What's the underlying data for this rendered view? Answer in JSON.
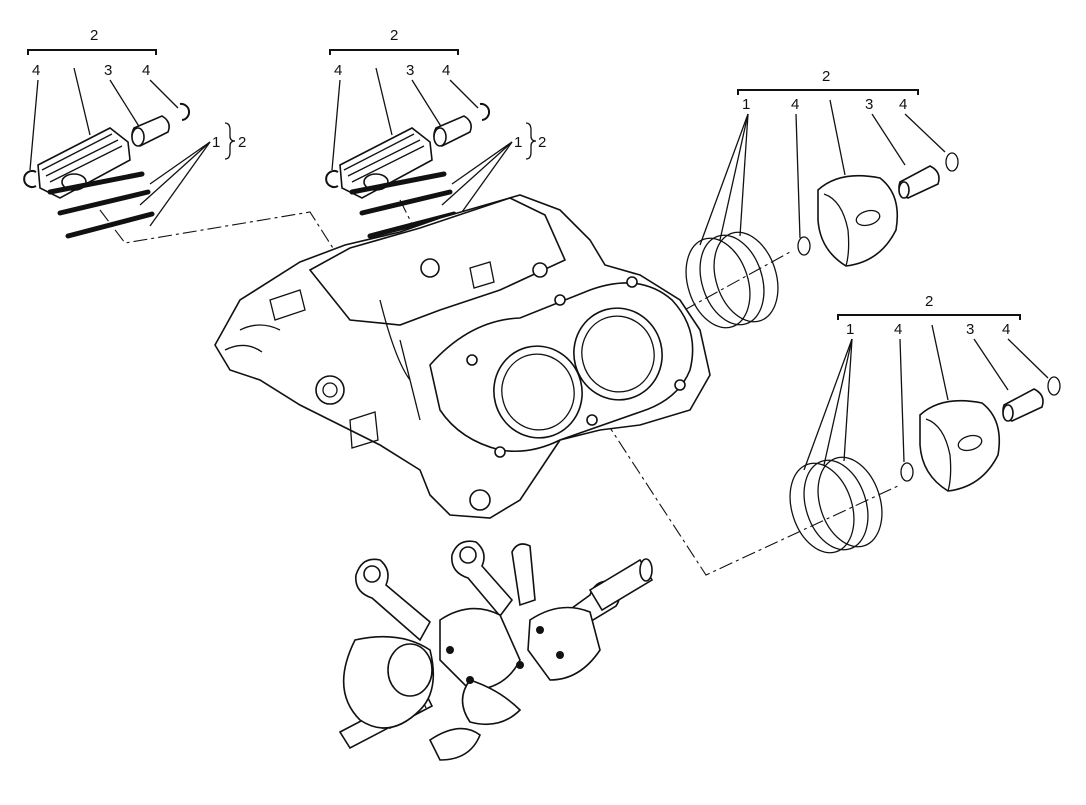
{
  "callouts": {
    "g1": {
      "group": "2",
      "a": "4",
      "b": "3",
      "c": "4",
      "rings": "1",
      "brace": "2"
    },
    "g2": {
      "group": "2",
      "a": "4",
      "b": "3",
      "c": "4",
      "rings": "1",
      "brace": "2"
    },
    "g3": {
      "group": "2",
      "rings": "1",
      "a": "4",
      "b": "3",
      "c": "4"
    },
    "g4": {
      "group": "2",
      "rings": "1",
      "a": "4",
      "b": "3",
      "c": "4"
    }
  }
}
